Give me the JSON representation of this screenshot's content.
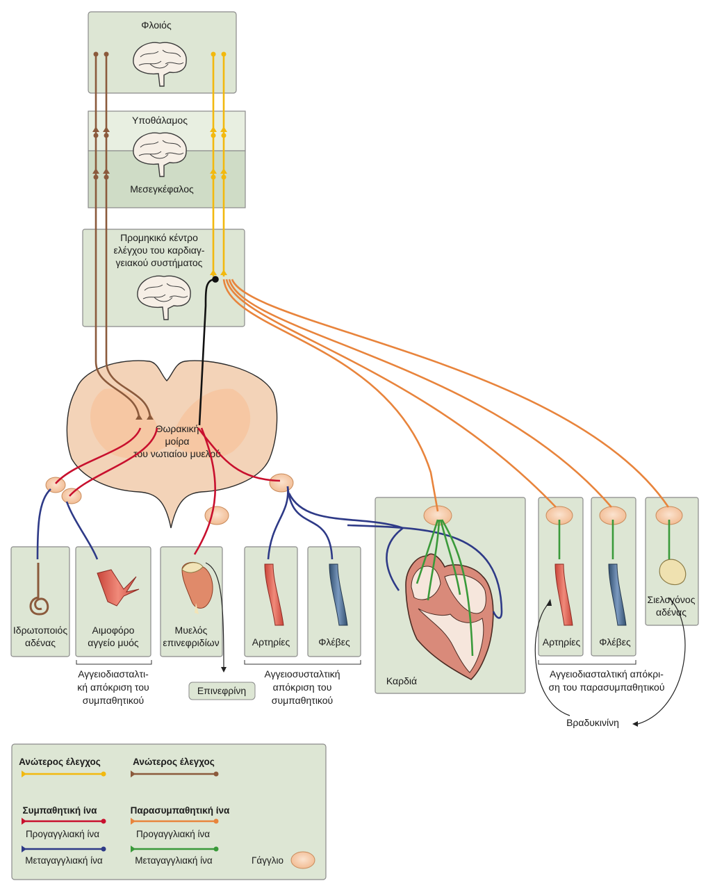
{
  "brain_levels": {
    "cortex": "Φλοιός",
    "hypothalamus": "Υποθάλαμος",
    "midbrain": "Μεσεγκέφαλος",
    "medulla_center": [
      "Προμηκικό κέντρο",
      "ελέγχου του καρδιαγ-",
      "γειακού συστήματος"
    ]
  },
  "spinal_cord": [
    "Θωρακική",
    "μοίρα",
    "του νωτιαίου μυελού"
  ],
  "targets": {
    "sweat_gland": [
      "Ιδρωτοποιός",
      "αδένας"
    ],
    "muscle_vessel": [
      "Αιμοφόρο",
      "αγγείο μυός"
    ],
    "adrenal_medulla": [
      "Μυελός",
      "επινεφριδίων"
    ],
    "arteries_symp": "Αρτηρίες",
    "veins_symp": "Φλέβες",
    "heart": "Καρδιά",
    "arteries_para": "Αρτηρίες",
    "veins_para": "Φλέβες",
    "salivary_gland": [
      "Σιελογόνος",
      "αδένας"
    ]
  },
  "captions": {
    "vasodilation_symp": [
      "Αγγειοδιασταλτι-",
      "κή απόκριση του",
      "συμπαθητικού"
    ],
    "epinephrine": "Επινεφρίνη",
    "vasoconstriction": [
      "Αγγειοσυσταλτική",
      "απόκριση του",
      "συμπαθητικού"
    ],
    "vasodilation_para": [
      "Αγγειοδιασταλτική απόκρι-",
      "ση του παρασυμπαθητικού"
    ],
    "bradykinin": "Βραδυκινίνη"
  },
  "legend": {
    "higher_control_1": "Ανώτερος έλεγχος",
    "higher_control_2": "Ανώτερος έλεγχος",
    "sympathetic": "Συμπαθητική ίνα",
    "parasympathetic": "Παρασυμπαθητική ίνα",
    "preganglionic_s": "Προγαγγλιακή ίνα",
    "postganglionic_s": "Μεταγαγγλιακή ίνα",
    "preganglionic_p": "Προγαγγλιακή ίνα",
    "postganglionic_p": "Μεταγαγγλιακή ίνα",
    "ganglion": "Γάγγλιο"
  },
  "colors": {
    "yellow": "#f2b90f",
    "brown": "#8b5a3c",
    "red": "#c8102e",
    "blue": "#2e3a87",
    "orange": "#e8843c",
    "green": "#3a9a3a",
    "panel": "#dde6d4",
    "panel_border": "#8a8a8a"
  }
}
